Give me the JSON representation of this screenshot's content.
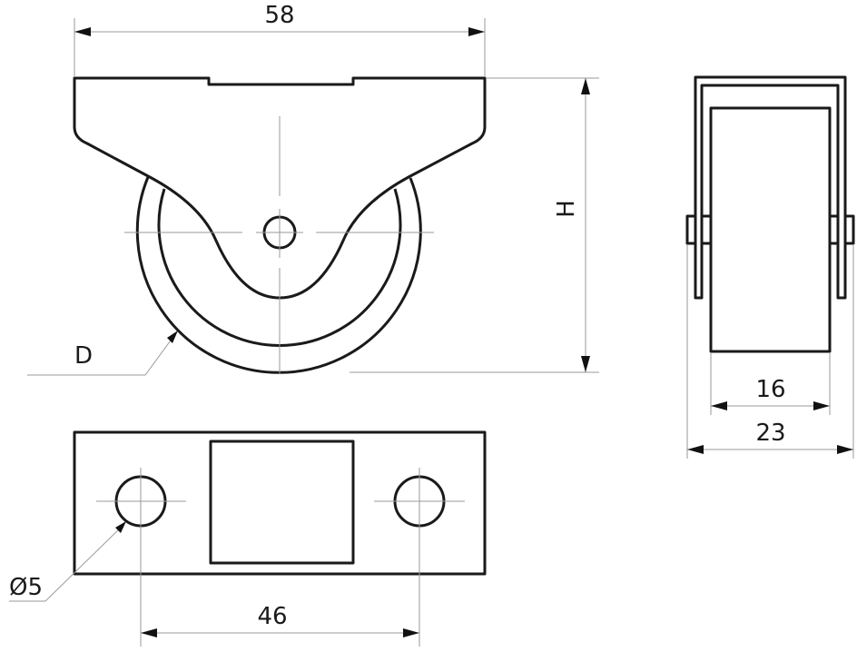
{
  "dimensions": {
    "width_top": "58",
    "height": "H",
    "diameter": "D",
    "wheel_width": "16",
    "overall_width": "23",
    "hole_diameter": "Ø5",
    "hole_spacing": "46"
  }
}
